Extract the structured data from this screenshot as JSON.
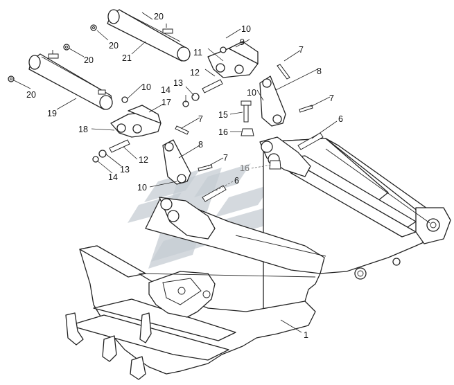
{
  "diagram": {
    "callouts": [
      "20",
      "20",
      "20",
      "20",
      "21",
      "19",
      "10",
      "9",
      "11",
      "12",
      "7",
      "8",
      "13",
      "14",
      "10",
      "17",
      "7",
      "18",
      "12",
      "13",
      "14",
      "8",
      "7",
      "10",
      "6",
      "10",
      "7",
      "15",
      "16",
      "6",
      "16",
      "1"
    ]
  }
}
